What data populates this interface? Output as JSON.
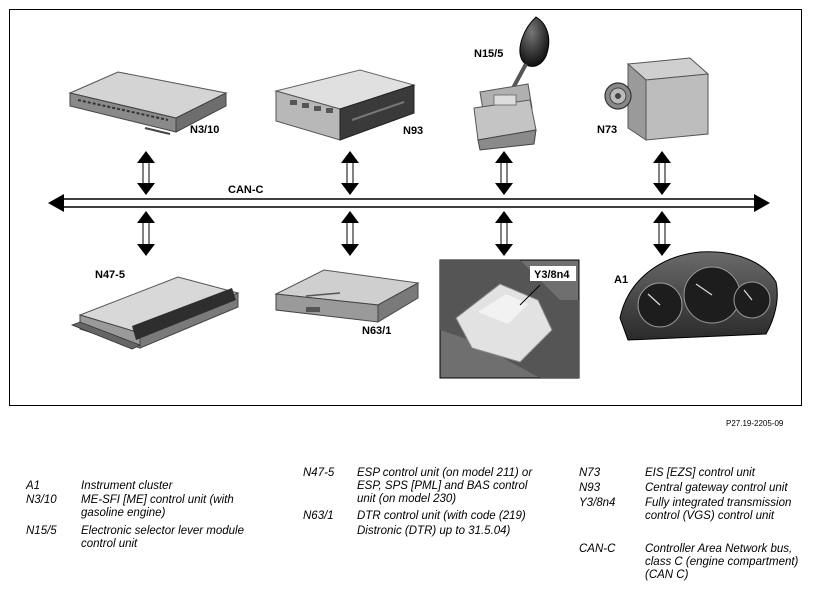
{
  "bus": {
    "name": "CAN-C"
  },
  "components": [
    {
      "code": "N3/10",
      "image": "engine-control-unit"
    },
    {
      "code": "N93",
      "image": "gateway-control-unit"
    },
    {
      "code": "N15/5",
      "image": "selector-lever-module"
    },
    {
      "code": "N73",
      "image": "eis-control-unit"
    },
    {
      "code": "N47-5",
      "image": "esp-control-unit"
    },
    {
      "code": "N63/1",
      "image": "dtr-control-unit"
    },
    {
      "code": "Y3/8n4",
      "image": "transmission-control-unit"
    },
    {
      "code": "A1",
      "image": "instrument-cluster"
    }
  ],
  "figure_id": "P27.19-2205-09",
  "legend": [
    {
      "code": "A1",
      "text": "Instrument cluster"
    },
    {
      "code": "N3/10",
      "text": "ME-SFI [ME] control unit (with gasoline engine)"
    },
    {
      "code": "N15/5",
      "text": "Electronic selector lever module control unit"
    },
    {
      "code": "N47-5",
      "text": "ESP control unit (on model 211) or ESP, SPS [PML] and BAS control unit (on model 230)"
    },
    {
      "code": "N63/1",
      "text": "DTR control unit (with code (219)"
    },
    {
      "code": "",
      "text": "Distronic (DTR) up to 31.5.04)"
    },
    {
      "code": "N73",
      "text": "EIS [EZS] control unit"
    },
    {
      "code": "N93",
      "text": "Central gateway control unit"
    },
    {
      "code": "Y3/8n4",
      "text": "Fully integrated transmission control (VGS) control unit"
    },
    {
      "code": "CAN-C",
      "text": "Controller Area Network bus, class C (engine compartment) (CAN C)"
    }
  ]
}
